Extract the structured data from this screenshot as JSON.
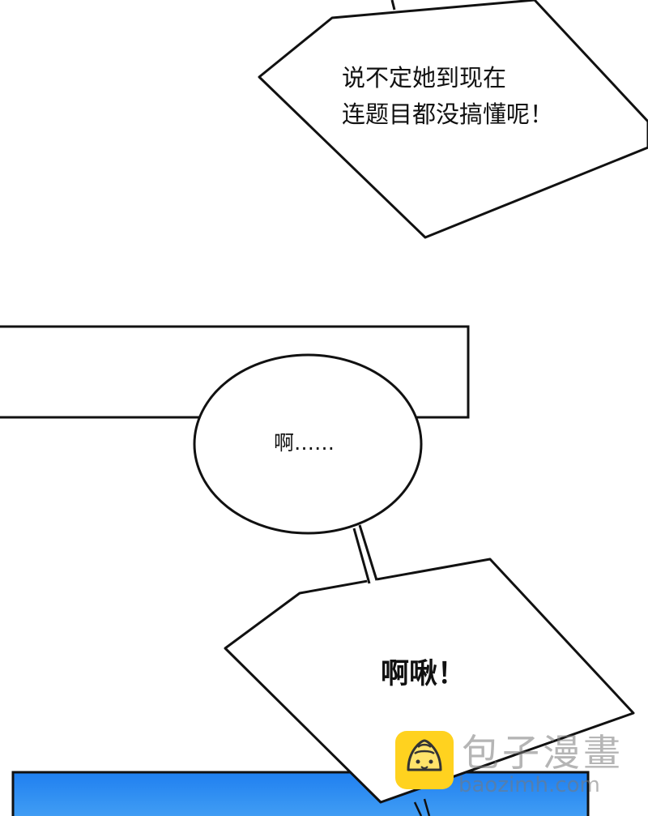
{
  "panels": {
    "bubble1": {
      "lines": [
        "说不定她到现在",
        "连题目都没搞懂呢！"
      ]
    },
    "bubble2": {
      "text": "啊……"
    },
    "bubble3": {
      "text": "啊啾！"
    }
  },
  "watermark": {
    "title": "包子漫畫",
    "url": "baozimh.com"
  },
  "colors": {
    "ink": "#111111",
    "panel_blue_top": "#1f7ff0",
    "panel_blue_bottom": "#4aa6f5",
    "logo_yellow": "#ffd21f"
  }
}
